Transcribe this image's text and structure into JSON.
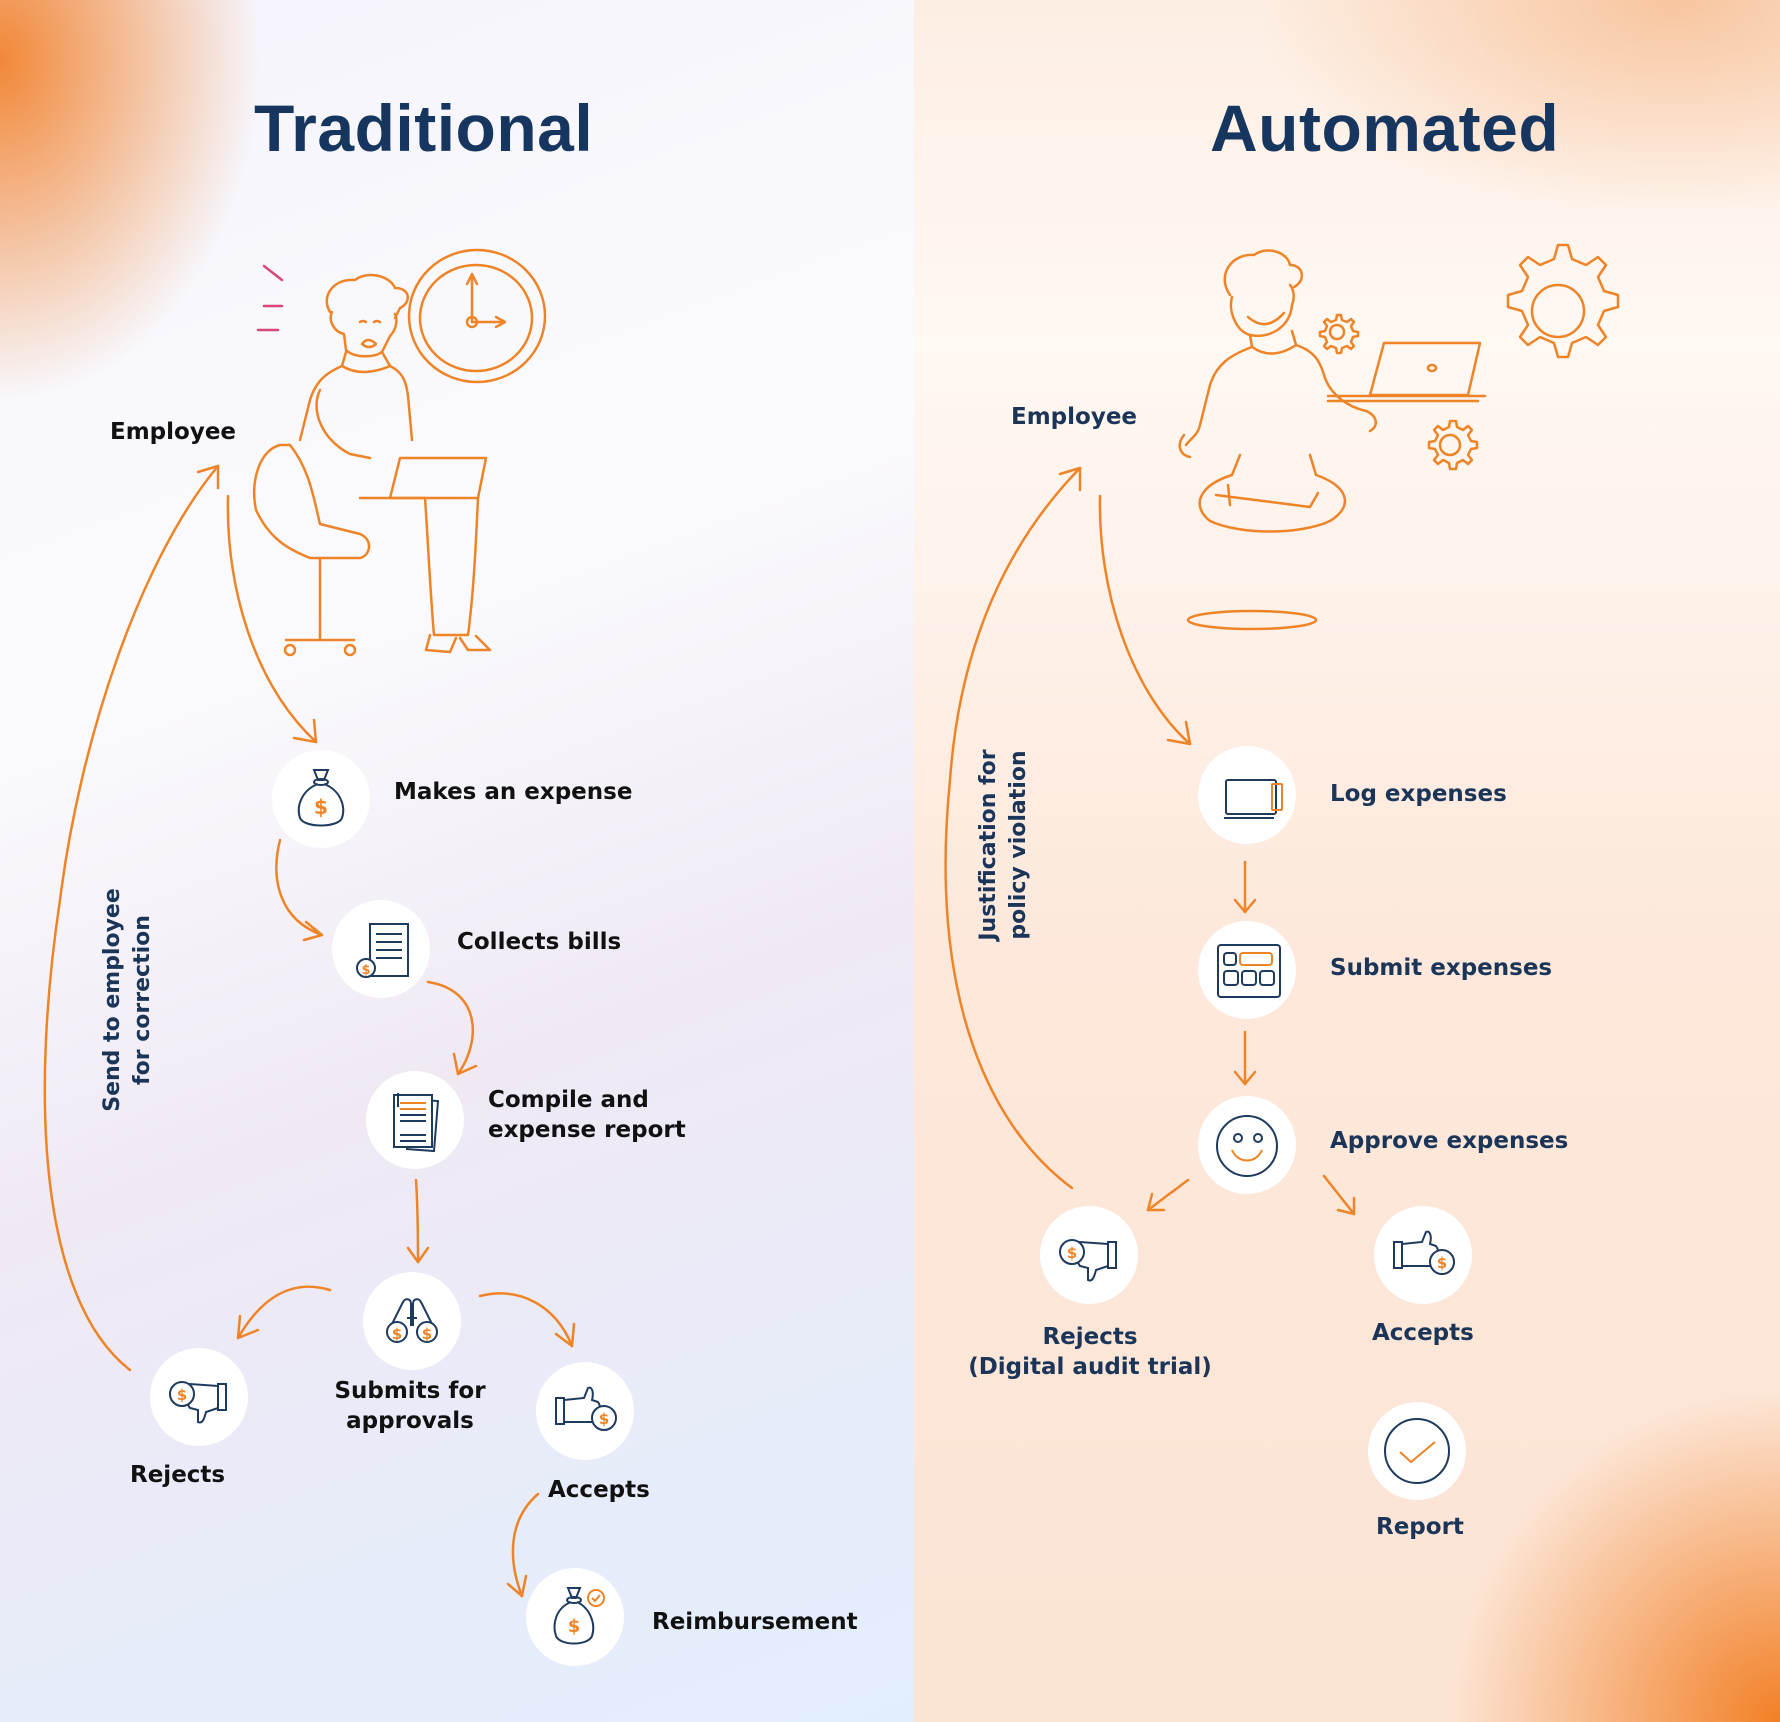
{
  "colors": {
    "accent_orange": "#ee8427",
    "title_navy": "#17365f",
    "label_navy": "#1b3558",
    "label_black": "#111111",
    "icon_navy": "#1e3a5f",
    "stress_pink": "#d9467a"
  },
  "traditional": {
    "title": "Traditional",
    "employee_label": "Employee",
    "loop_label_line1": "Send to employee",
    "loop_label_line2": "for correction",
    "steps": [
      {
        "label": "Makes an expense",
        "icon": "money-bag-icon"
      },
      {
        "label": "Collects bills",
        "icon": "bill-receipt-icon"
      },
      {
        "label_line1": "Compile and",
        "label_line2": "expense report",
        "icon": "report-documents-icon"
      },
      {
        "label_line1": "Submits for",
        "label_line2": "approvals",
        "icon": "binoculars-icon"
      },
      {
        "label": "Rejects",
        "icon": "thumbs-down-money-icon"
      },
      {
        "label": "Accepts",
        "icon": "thumbs-up-money-icon"
      },
      {
        "label": "Reimbursement",
        "icon": "money-bag-check-icon"
      }
    ]
  },
  "automated": {
    "title": "Automated",
    "employee_label": "Employee",
    "loop_label_line1": "Justification for",
    "loop_label_line2": "policy violation",
    "steps": [
      {
        "label": "Log expenses",
        "icon": "laptop-icon"
      },
      {
        "label": "Submit expenses",
        "icon": "dashboard-grid-icon"
      },
      {
        "label": "Approve expenses",
        "icon": "smiley-icon"
      },
      {
        "label_line1": "Rejects",
        "label_line2": "(Digital audit trial)",
        "icon": "thumbs-down-money-icon"
      },
      {
        "label": "Accepts",
        "icon": "thumbs-up-money-icon"
      },
      {
        "label": "Report",
        "icon": "check-circle-icon"
      }
    ]
  }
}
